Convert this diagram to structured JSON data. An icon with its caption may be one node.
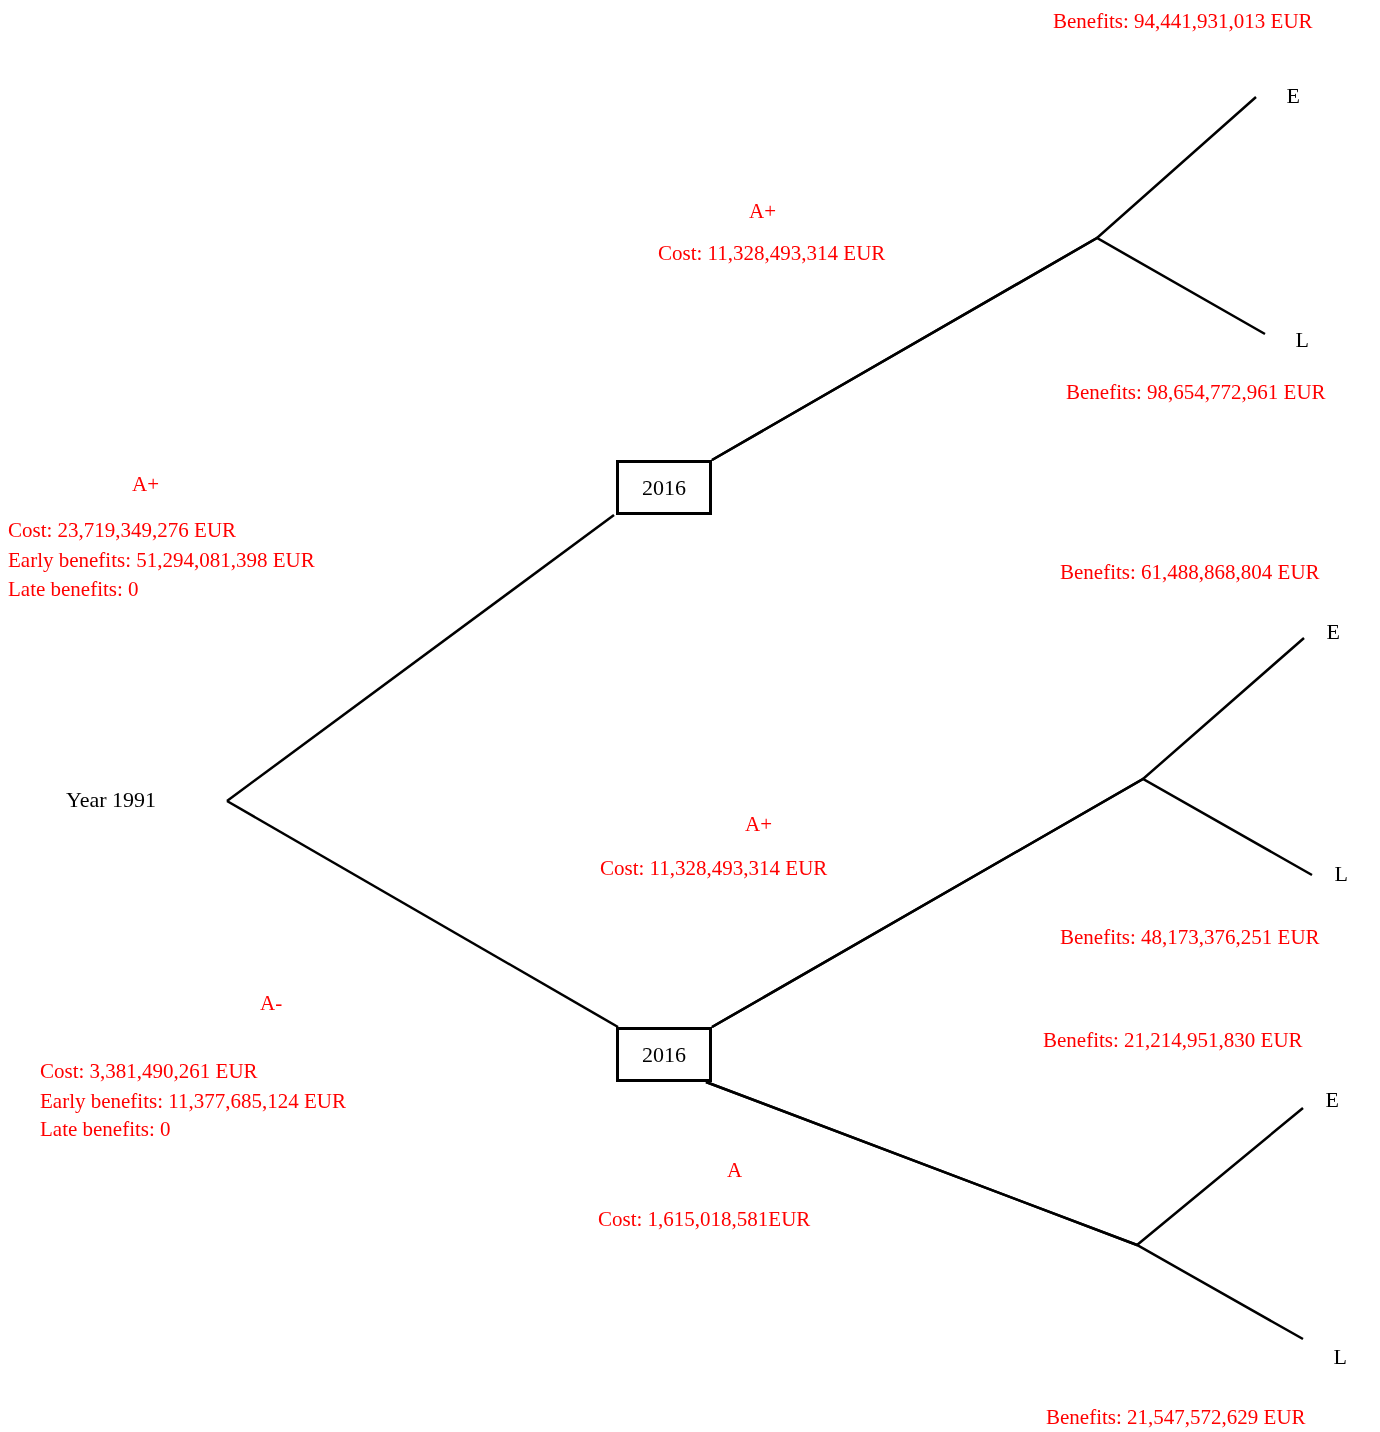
{
  "diagram": {
    "nodes": [
      {
        "text": [
          "Year 1991"
        ]
      },
      {
        "text": [
          "2016"
        ]
      },
      {
        "text": [
          "2016"
        ]
      },
      {
        "text": [
          "E"
        ]
      },
      {
        "text": [
          "L"
        ]
      },
      {
        "text": [
          "E"
        ]
      },
      {
        "text": [
          "L"
        ]
      },
      {
        "text": [
          "E"
        ]
      },
      {
        "text": [
          "L"
        ]
      }
    ],
    "edges": [
      {
        "from": 0,
        "to": 1,
        "arrow": "none"
      },
      {
        "from": 0,
        "to": 2,
        "arrow": "none"
      },
      {
        "from": 1,
        "to": 3,
        "arrow": "none"
      },
      {
        "from": 1,
        "to": 4,
        "arrow": "none"
      },
      {
        "from": 2,
        "to": 5,
        "arrow": "none"
      },
      {
        "from": 2,
        "to": 6,
        "arrow": "none"
      },
      {
        "from": 2,
        "to": 7,
        "arrow": "none"
      },
      {
        "from": 2,
        "to": 8,
        "arrow": "none"
      }
    ],
    "labels": [
      "Benefits: 94,441,931,013 EUR",
      "A+",
      "Cost: 11,328,493,314 EUR",
      "Benefits: 98,654,772,961 EUR",
      "A+",
      "Cost: 23,719,349,276 EUR",
      "Early benefits: 51,294,081,398 EUR",
      "Late benefits: 0",
      "Benefits: 61,488,868,804 EUR",
      "A+",
      "Cost: 11,328,493,314 EUR",
      "Benefits: 48,173,376,251 EUR",
      "A-",
      "Cost: 3,381,490,261 EUR",
      "Early benefits: 11,377,685,124 EUR",
      "Late benefits: 0",
      "Benefits: 21,214,951,830 EUR",
      "A",
      "Cost: 1,615,018,581EUR",
      "Benefits: 21,547,572,629 EUR"
    ]
  }
}
